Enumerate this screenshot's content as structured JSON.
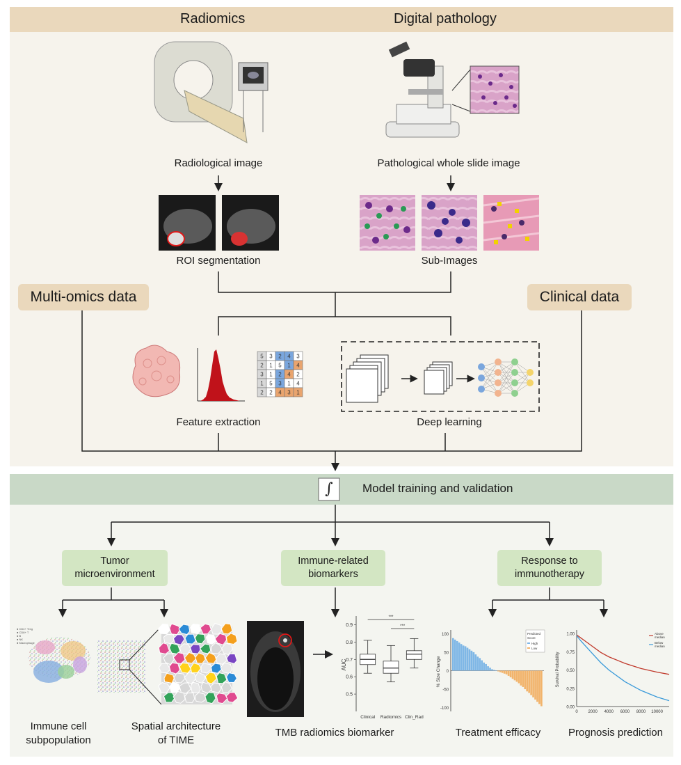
{
  "header": {
    "left": "Radiomics",
    "right": "Digital pathology"
  },
  "labels": {
    "radiological_image": "Radiological image",
    "pathological_wsi": "Pathological whole slide image",
    "roi_segmentation": "ROI segmentation",
    "sub_images": "Sub-Images",
    "feature_extraction": "Feature extraction",
    "deep_learning": "Deep learning",
    "model_training": "Model training and validation",
    "integral_symbol": "∫"
  },
  "side_tags": {
    "left": "Multi-omics data",
    "right": "Clinical data"
  },
  "branches": [
    {
      "title_line1": "Tumor",
      "title_line2": "microenvironment"
    },
    {
      "title_line1": "Immune-related",
      "title_line2": "biomarkers"
    },
    {
      "title_line1": "Response to",
      "title_line2": "immunotherapy"
    }
  ],
  "outputs": {
    "immune_cell_1": "Immune cell",
    "immune_cell_2": "subpopulation",
    "spatial_1": "Spatial architecture",
    "spatial_2": "of TIME",
    "tmb": "TMB radiomics biomarker",
    "treatment": "Treatment efficacy",
    "prognosis": "Prognosis prediction"
  },
  "matrix": {
    "rows": [
      [
        "5",
        "3",
        "2",
        "4",
        "3"
      ],
      [
        "2",
        "1",
        "5",
        "1",
        "4"
      ],
      [
        "3",
        "1",
        "2",
        "4",
        "2"
      ],
      [
        "1",
        "5",
        "3",
        "1",
        "4"
      ],
      [
        "2",
        "2",
        "4",
        "3",
        "1"
      ]
    ]
  },
  "colors": {
    "beige": "#ead8bc",
    "green_band": "#c9d9c7",
    "green_tag": "#d3e6c3",
    "red": "#c0121a",
    "blue": "#6aa0d8",
    "orange": "#f0b060"
  },
  "chart_data": [
    {
      "type": "box",
      "ylabel": "AUC",
      "categories": [
        "Clinical",
        "Radiomics",
        "Clin_Rad"
      ],
      "ylim": [
        0.4,
        0.95
      ],
      "yticks": [
        "0.9",
        "0.8",
        "0.7",
        "0.6",
        "0.5"
      ],
      "boxes": [
        {
          "min": 0.62,
          "q1": 0.67,
          "median": 0.7,
          "q3": 0.73,
          "max": 0.81
        },
        {
          "min": 0.57,
          "q1": 0.62,
          "median": 0.65,
          "q3": 0.69,
          "max": 0.78
        },
        {
          "min": 0.65,
          "q1": 0.7,
          "median": 0.73,
          "q3": 0.75,
          "max": 0.82
        }
      ],
      "annotations": [
        "***",
        "***"
      ]
    },
    {
      "type": "bar",
      "title": "",
      "ylabel": "% Size Change",
      "yticks": [
        "100",
        "50",
        "0",
        "-50",
        "-100"
      ],
      "legend_title_1": "Predicted",
      "legend_title_2": "Score",
      "legend": [
        "High",
        "Low"
      ],
      "series": [
        {
          "name": "High",
          "values": [
            88,
            84,
            80,
            76,
            72,
            68,
            66,
            62,
            58,
            54,
            50,
            44,
            38,
            34,
            28,
            22,
            18,
            12,
            8,
            4,
            2,
            0
          ]
        },
        {
          "name": "Low",
          "values": [
            -2,
            -4,
            -6,
            -8,
            -10,
            -14,
            -18,
            -22,
            -26,
            -30,
            -34,
            -40,
            -44,
            -50,
            -56,
            -60,
            -66,
            -72,
            -78,
            -84,
            -90,
            -96
          ]
        }
      ]
    },
    {
      "type": "line",
      "ylabel": "Survival Probability",
      "yticks": [
        "1.00",
        "0.75",
        "0.50",
        "0.25",
        "0.00"
      ],
      "xticks": [
        "0",
        "2000",
        "4000",
        "6000",
        "8000",
        "10000"
      ],
      "legend_1": [
        "Above",
        "median"
      ],
      "legend_2": [
        "Below",
        "median"
      ],
      "series": [
        {
          "name": "Above median",
          "x": [
            0,
            500,
            1000,
            2000,
            3000,
            4000,
            6000,
            8000,
            10000,
            11500
          ],
          "y": [
            0.98,
            0.94,
            0.9,
            0.82,
            0.74,
            0.68,
            0.59,
            0.52,
            0.47,
            0.44
          ]
        },
        {
          "name": "Below median",
          "x": [
            0,
            500,
            1000,
            2000,
            3000,
            4000,
            6000,
            8000,
            10000,
            11500
          ],
          "y": [
            0.97,
            0.9,
            0.84,
            0.72,
            0.6,
            0.5,
            0.34,
            0.22,
            0.13,
            0.08
          ]
        }
      ]
    }
  ]
}
